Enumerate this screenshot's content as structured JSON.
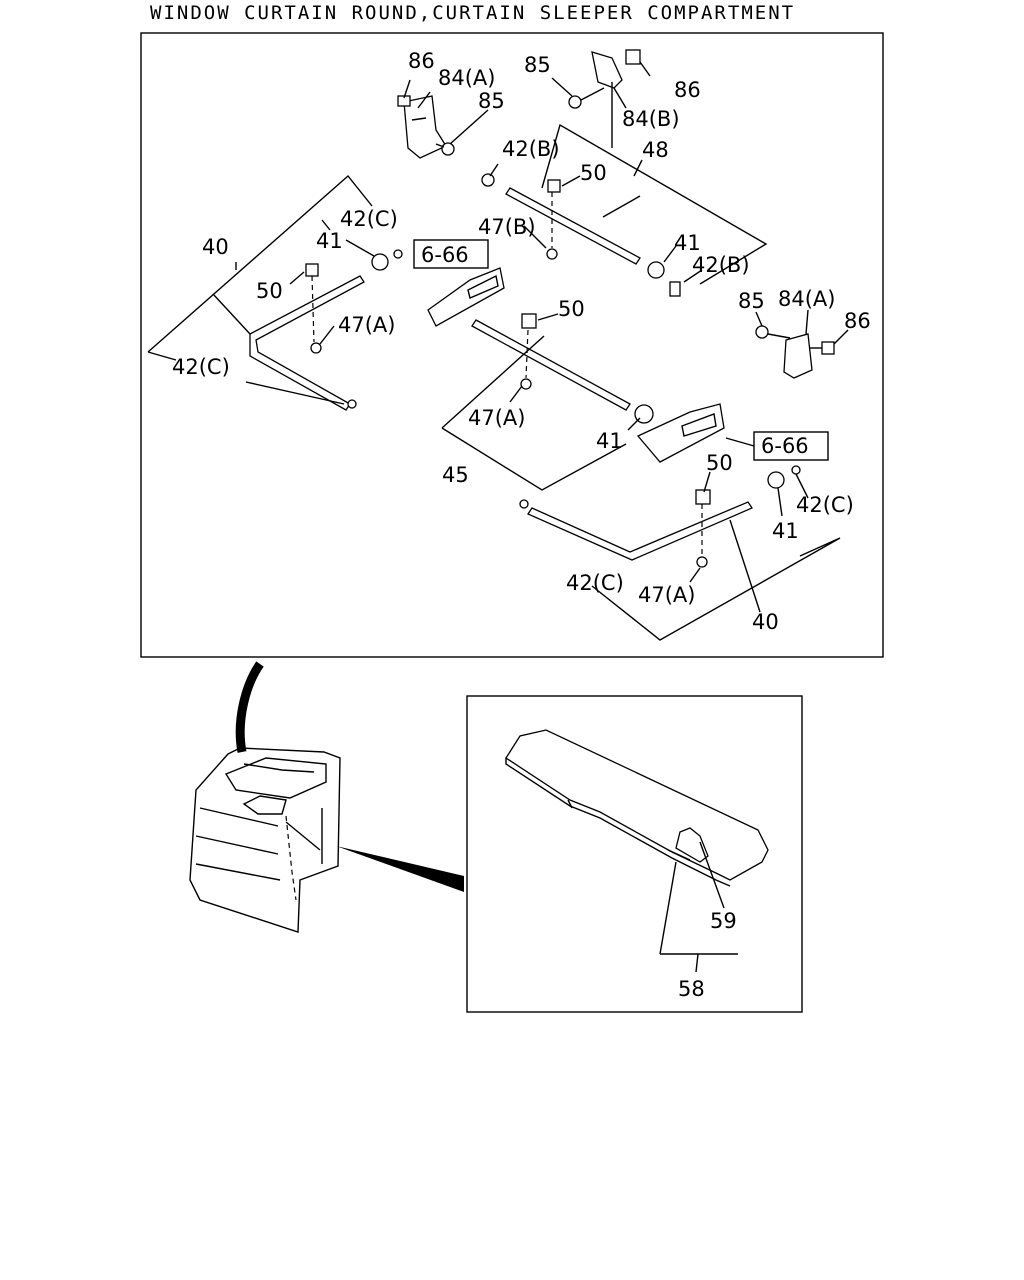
{
  "title": "WINDOW CURTAIN ROUND,CURTAIN SLEEPER COMPARTMENT",
  "labels": {
    "l86a": "86",
    "l84a_1": "84(A)",
    "l85a": "85",
    "l85b": "85",
    "l86b": "86",
    "l84b": "84(B)",
    "l42b_1": "42(B)",
    "l48": "48",
    "l50a": "50",
    "l42c_1": "42(C)",
    "l41a": "41",
    "l40a": "40",
    "l50b": "50",
    "l47a_1": "47(A)",
    "l42c_2": "42(C)",
    "ref1": "6-66",
    "l47b": "47(B)",
    "l41b": "41",
    "l42b_2": "42(B)",
    "l85c": "85",
    "l84a_2": "84(A)",
    "l86c": "86",
    "l50c": "50",
    "l47a_2": "47(A)",
    "l41c": "41",
    "ref2": "6-66",
    "l45": "45",
    "l50d": "50",
    "l42c_3": "42(C)",
    "l41d": "41",
    "l42c_4": "42(C)",
    "l47a_3": "47(A)",
    "l40b": "40",
    "l59": "59",
    "l58": "58"
  }
}
